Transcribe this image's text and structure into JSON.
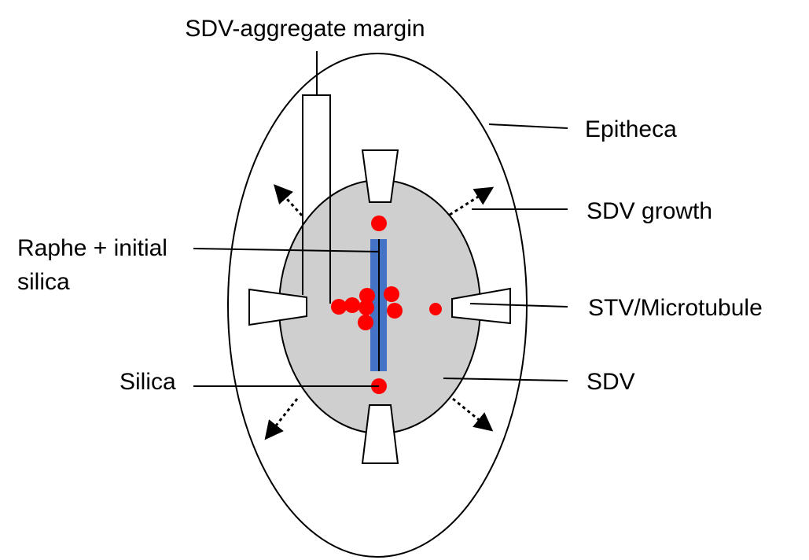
{
  "labels": {
    "sdv_aggregate_margin": "SDV-aggregate margin",
    "epitheca": "Epitheca",
    "sdv_growth": "SDV growth",
    "raphe_line1": "Raphe + initial",
    "raphe_line2": "silica",
    "stv_microtubule": "STV/Microtubule",
    "silica": "Silica",
    "sdv": "SDV"
  },
  "colors": {
    "sdv_fill": "#d0cfd0",
    "raphe": "#4472c4",
    "silica": "#ff0000",
    "stroke": "#000000"
  }
}
